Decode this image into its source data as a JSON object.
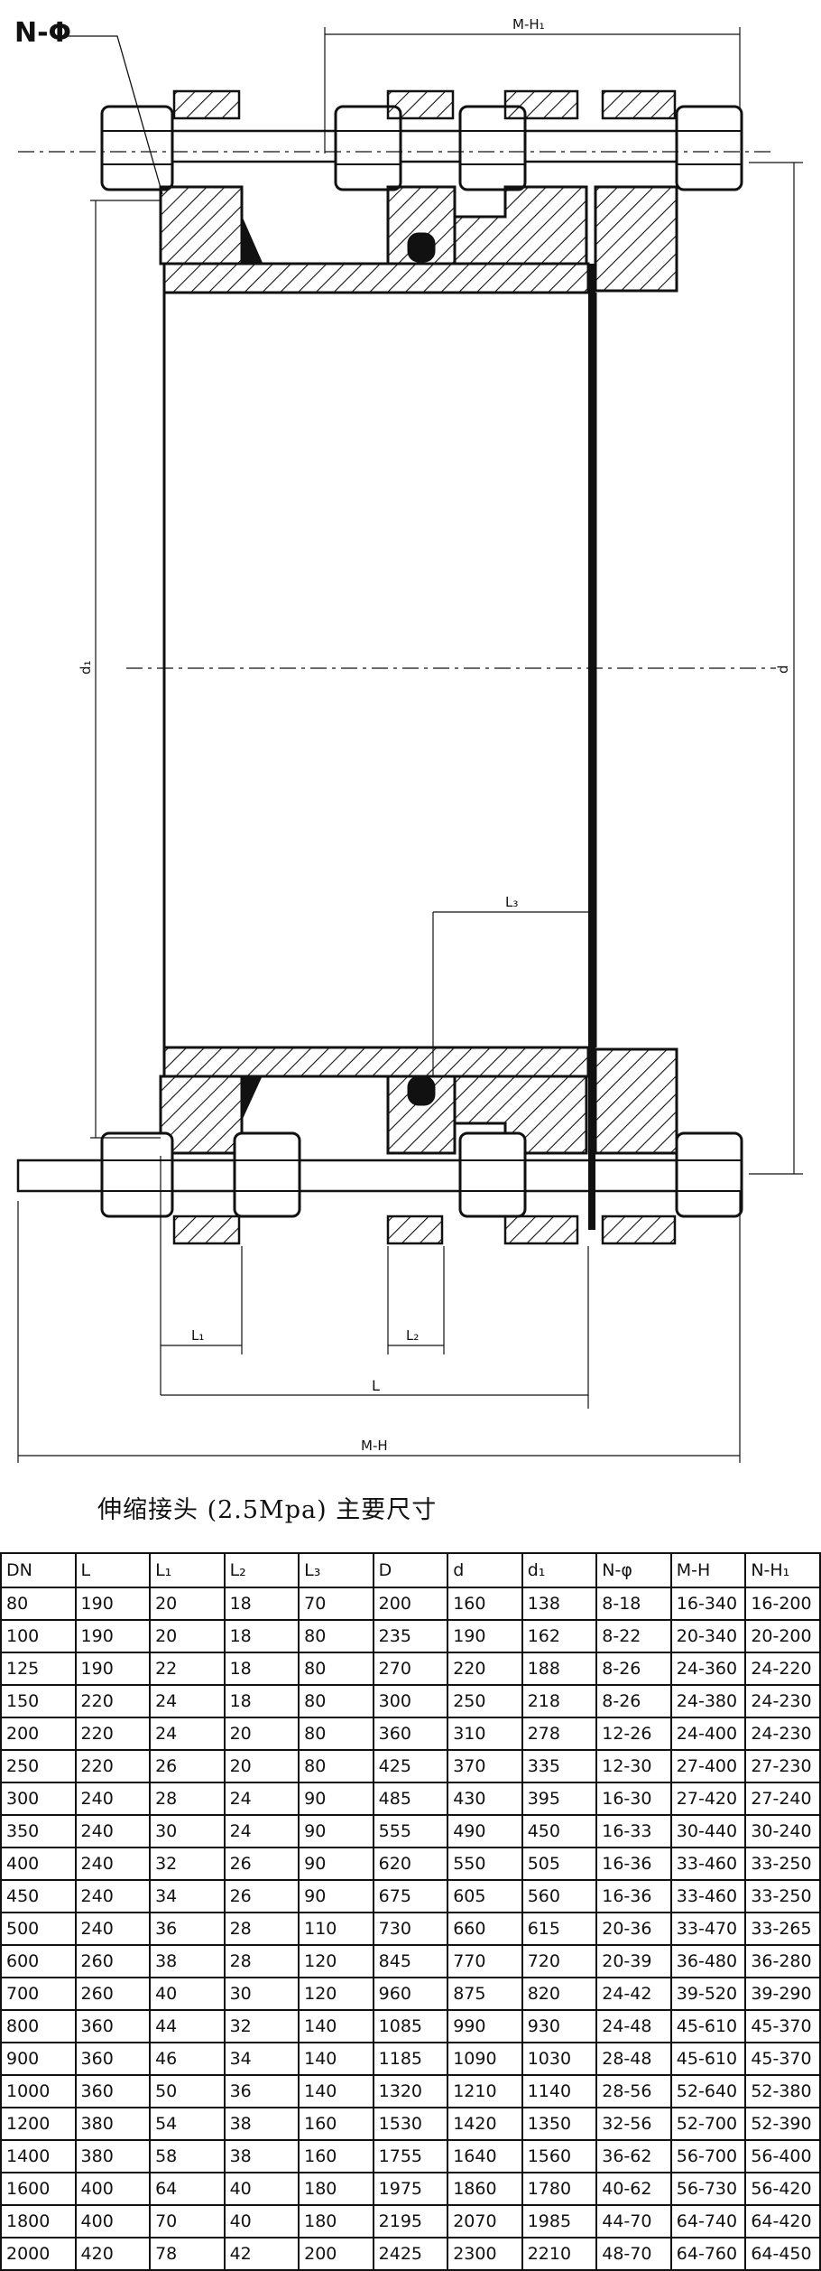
{
  "drawing": {
    "labels": {
      "n_phi": "N-Φ",
      "mh1": "M-H₁",
      "d1": "d₁",
      "d": "d",
      "l3": "L₃",
      "l1": "L₁",
      "l2": "L₂",
      "l": "L",
      "mh": "M-H"
    }
  },
  "caption": "伸缩接头 (2.5Mpa) 主要尺寸",
  "table": {
    "headers": [
      "DN",
      "L",
      "L₁",
      "L₂",
      "L₃",
      "D",
      "d",
      "d₁",
      "N-φ",
      "M-H",
      "N-H₁"
    ],
    "rows": [
      [
        "80",
        "190",
        "20",
        "18",
        "70",
        "200",
        "160",
        "138",
        "8-18",
        "16-340",
        "16-200"
      ],
      [
        "100",
        "190",
        "20",
        "18",
        "80",
        "235",
        "190",
        "162",
        "8-22",
        "20-340",
        "20-200"
      ],
      [
        "125",
        "190",
        "22",
        "18",
        "80",
        "270",
        "220",
        "188",
        "8-26",
        "24-360",
        "24-220"
      ],
      [
        "150",
        "220",
        "24",
        "18",
        "80",
        "300",
        "250",
        "218",
        "8-26",
        "24-380",
        "24-230"
      ],
      [
        "200",
        "220",
        "24",
        "20",
        "80",
        "360",
        "310",
        "278",
        "12-26",
        "24-400",
        "24-230"
      ],
      [
        "250",
        "220",
        "26",
        "20",
        "80",
        "425",
        "370",
        "335",
        "12-30",
        "27-400",
        "27-230"
      ],
      [
        "300",
        "240",
        "28",
        "24",
        "90",
        "485",
        "430",
        "395",
        "16-30",
        "27-420",
        "27-240"
      ],
      [
        "350",
        "240",
        "30",
        "24",
        "90",
        "555",
        "490",
        "450",
        "16-33",
        "30-440",
        "30-240"
      ],
      [
        "400",
        "240",
        "32",
        "26",
        "90",
        "620",
        "550",
        "505",
        "16-36",
        "33-460",
        "33-250"
      ],
      [
        "450",
        "240",
        "34",
        "26",
        "90",
        "675",
        "605",
        "560",
        "16-36",
        "33-460",
        "33-250"
      ],
      [
        "500",
        "240",
        "36",
        "28",
        "110",
        "730",
        "660",
        "615",
        "20-36",
        "33-470",
        "33-265"
      ],
      [
        "600",
        "260",
        "38",
        "28",
        "120",
        "845",
        "770",
        "720",
        "20-39",
        "36-480",
        "36-280"
      ],
      [
        "700",
        "260",
        "40",
        "30",
        "120",
        "960",
        "875",
        "820",
        "24-42",
        "39-520",
        "39-290"
      ],
      [
        "800",
        "360",
        "44",
        "32",
        "140",
        "1085",
        "990",
        "930",
        "24-48",
        "45-610",
        "45-370"
      ],
      [
        "900",
        "360",
        "46",
        "34",
        "140",
        "1185",
        "1090",
        "1030",
        "28-48",
        "45-610",
        "45-370"
      ],
      [
        "1000",
        "360",
        "50",
        "36",
        "140",
        "1320",
        "1210",
        "1140",
        "28-56",
        "52-640",
        "52-380"
      ],
      [
        "1200",
        "380",
        "54",
        "38",
        "160",
        "1530",
        "1420",
        "1350",
        "32-56",
        "52-700",
        "52-390"
      ],
      [
        "1400",
        "380",
        "58",
        "38",
        "160",
        "1755",
        "1640",
        "1560",
        "36-62",
        "56-700",
        "56-400"
      ],
      [
        "1600",
        "400",
        "64",
        "40",
        "180",
        "1975",
        "1860",
        "1780",
        "40-62",
        "56-730",
        "56-420"
      ],
      [
        "1800",
        "400",
        "70",
        "40",
        "180",
        "2195",
        "2070",
        "1985",
        "44-70",
        "64-740",
        "64-420"
      ],
      [
        "2000",
        "420",
        "78",
        "42",
        "200",
        "2425",
        "2300",
        "2210",
        "48-70",
        "64-760",
        "64-450"
      ]
    ]
  }
}
